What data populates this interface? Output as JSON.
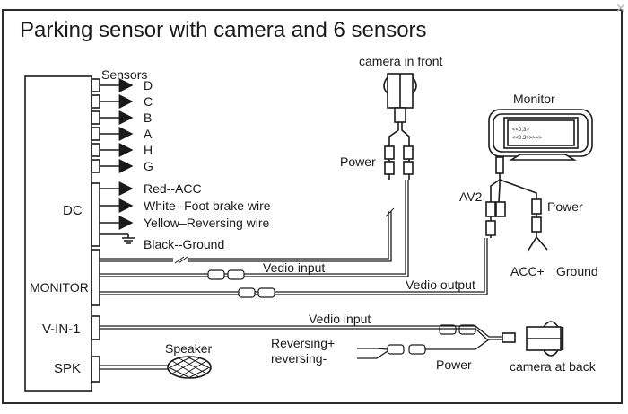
{
  "title": "Parking sensor with camera and 6 sensors",
  "close_icon": "close-icon",
  "control_box": {
    "sensors_label": "Sensors",
    "sensors": [
      "D",
      "C",
      "B",
      "A",
      "H",
      "G"
    ],
    "dc_label": "DC",
    "dc_wires": [
      {
        "label": "Red--ACC",
        "icon": "arrow-right-icon"
      },
      {
        "label": "White--Foot brake wire",
        "icon": "arrow-right-icon"
      },
      {
        "label": "Yellow–Reversing wire",
        "icon": "arrow-right-icon"
      },
      {
        "label": "Black--Ground",
        "icon": "ground-icon"
      }
    ],
    "monitor_label": "MONITOR",
    "vin_label": "V-IN-1",
    "spk_label": "SPK"
  },
  "front_camera": {
    "label": "camera in front",
    "power_label": "Power"
  },
  "monitor": {
    "label": "Monitor",
    "screen_lines": [
      "<<0.3>",
      "<<0.3>>>>>"
    ],
    "av_label": "AV2",
    "power_label": "Power",
    "acc_label": "ACC+",
    "ground_label": "Ground"
  },
  "wires": {
    "video_input_1": "Vedio input",
    "video_output": "Vedio output",
    "video_input_2": "Vedio input"
  },
  "rear_camera": {
    "label": "camera at back",
    "power_label": "Power",
    "reversing_pos": "Reversing+",
    "reversing_neg": "reversing-"
  },
  "speaker": {
    "label": "Speaker"
  }
}
